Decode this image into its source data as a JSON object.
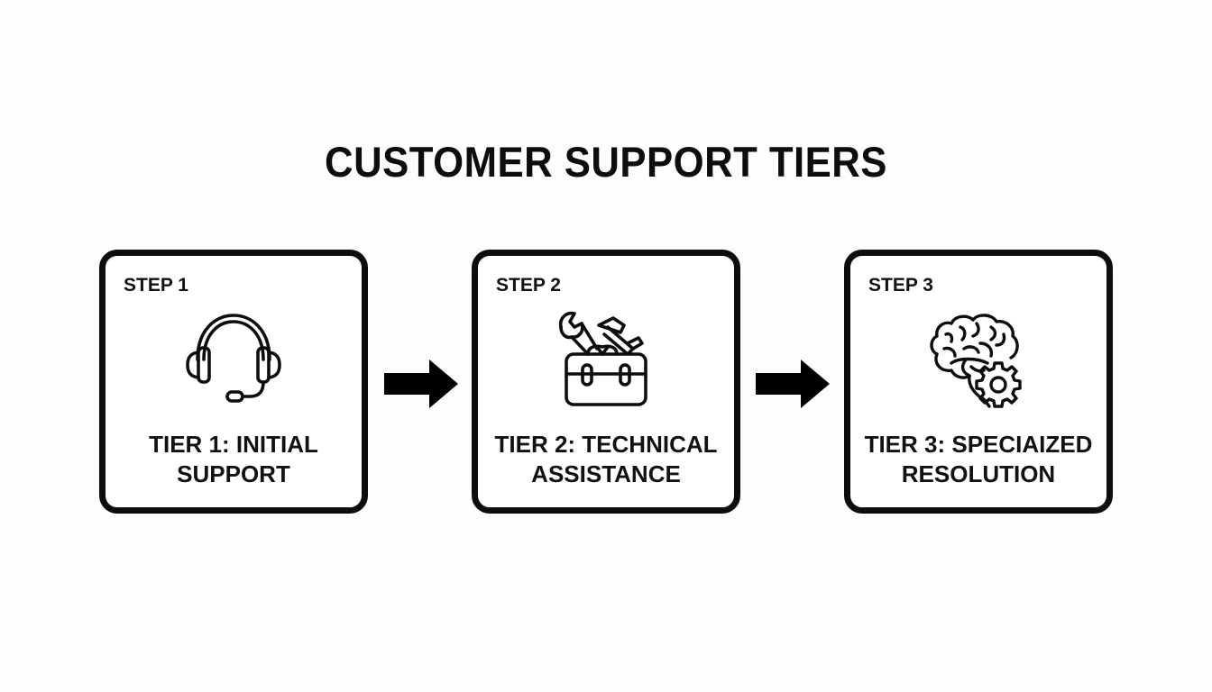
{
  "title": "CUSTOMER SUPPORT TIERS",
  "colors": {
    "background": "#fdfdfd",
    "ink": "#0d0d0d",
    "card": "#ffffff"
  },
  "steps": [
    {
      "step_label": "STEP 1",
      "icon": "headset-icon",
      "title_lines": [
        "TIER 1: INITIAL",
        "SUPPORT"
      ]
    },
    {
      "step_label": "STEP 2",
      "icon": "toolbox-icon",
      "title_lines": [
        "TIER 2: TECHNICAL",
        "ASSISTANCE"
      ]
    },
    {
      "step_label": "STEP 3",
      "icon": "brain-gear-icon",
      "title_lines": [
        "TIER 3: SPECIAIZED",
        "RESOLUTION"
      ]
    }
  ],
  "connectors": [
    {
      "icon": "arrow-right-icon",
      "from": "STEP 1",
      "to": "STEP 2"
    },
    {
      "icon": "arrow-right-icon",
      "from": "STEP 2",
      "to": "STEP 3"
    }
  ]
}
